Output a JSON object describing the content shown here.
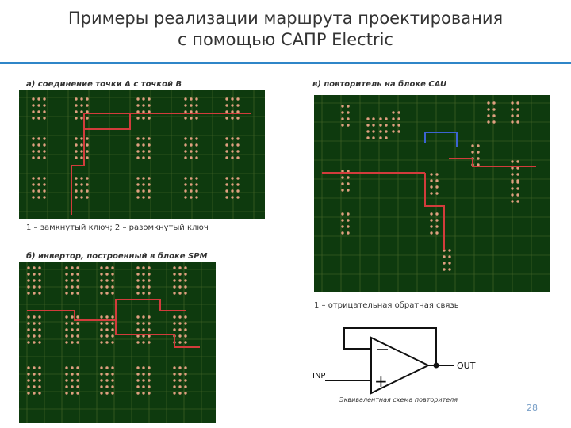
{
  "slide": {
    "title_line1": "Примеры реализации маршрута проектирования",
    "title_line2": "с помощью САПР Electric",
    "page_number": "28",
    "accent_color": "#2f86c8"
  },
  "panel_a": {
    "caption": "а) соединение точки A с точкой B",
    "note": "1 – замкнутый ключ; 2 – разомкнутый ключ"
  },
  "panel_b": {
    "caption": "б) инвертор, построенный в блоке SPM"
  },
  "panel_c": {
    "caption": "в) повторитель на блоке CAU",
    "note": "1 – отрицательная обратная связь"
  },
  "schematic": {
    "minus_sign": "−",
    "plus_sign": "+",
    "output_label": "OUT",
    "input_label": "INP",
    "caption": "Эквивалентная схема повторителя"
  },
  "colors": {
    "board_bg": "#0e3a0e",
    "trace_red": "#d23c3c",
    "trace_blue": "#3c64d2",
    "pad": "#e0a080",
    "grid": "#4a6a2a"
  }
}
